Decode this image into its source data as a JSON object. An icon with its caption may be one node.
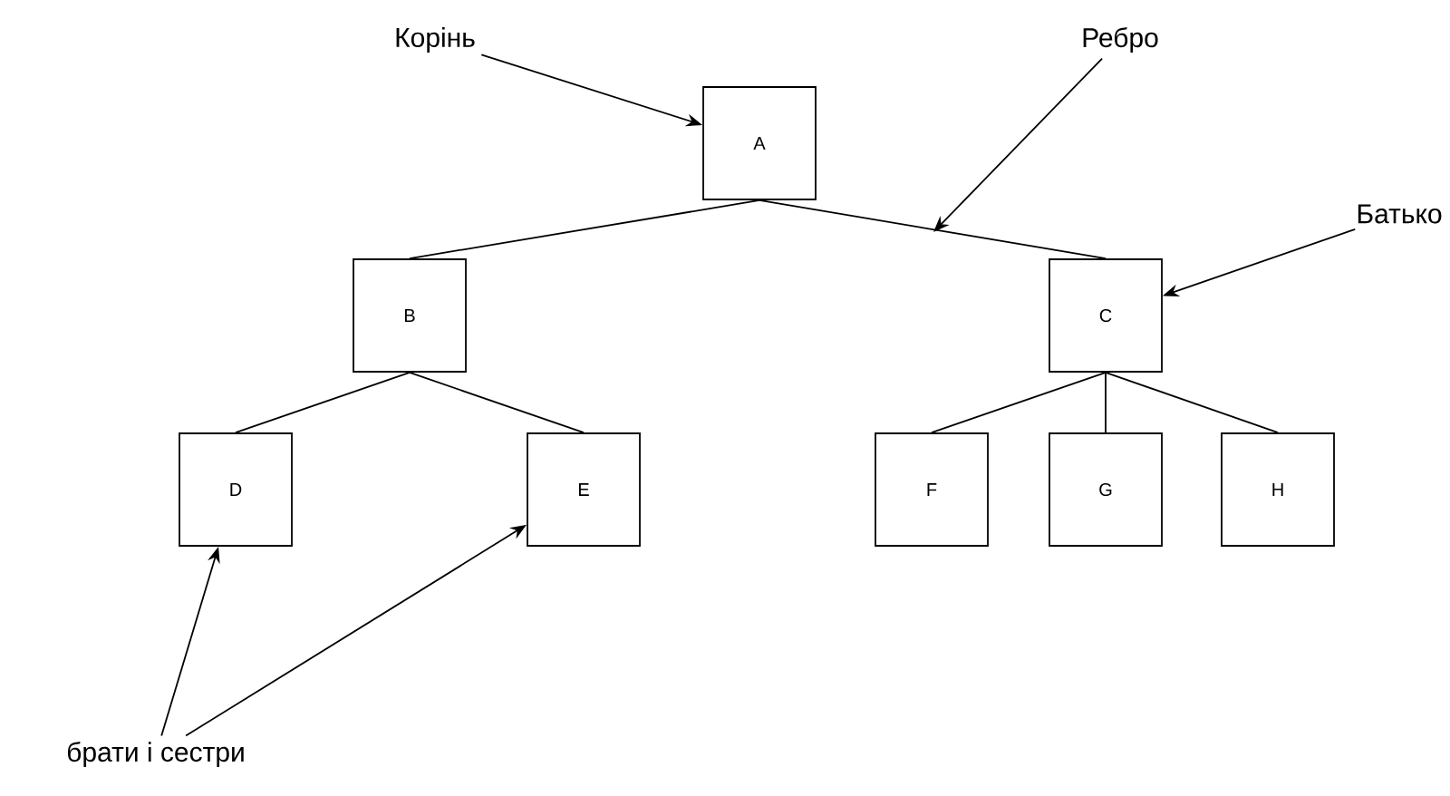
{
  "diagram": {
    "nodes": [
      {
        "text": [
          "A"
        ]
      },
      {
        "text": [
          "B"
        ]
      },
      {
        "text": [
          "C"
        ]
      },
      {
        "text": [
          "D"
        ]
      },
      {
        "text": [
          "E"
        ]
      },
      {
        "text": [
          "F"
        ]
      },
      {
        "text": [
          "G"
        ]
      },
      {
        "text": [
          "H"
        ]
      },
      {
        "text": [
          "Корінь"
        ]
      },
      {
        "text": [
          "Ребро"
        ]
      },
      {
        "text": [
          "Батько"
        ]
      },
      {
        "text": [
          "брати і сестри"
        ]
      }
    ],
    "edges": [
      {
        "from": 0,
        "to": 1,
        "arrow": "none"
      },
      {
        "from": 0,
        "to": 2,
        "arrow": "none"
      },
      {
        "from": 1,
        "to": 3,
        "arrow": "none"
      },
      {
        "from": 1,
        "to": 4,
        "arrow": "none"
      },
      {
        "from": 2,
        "to": 5,
        "arrow": "none"
      },
      {
        "from": 2,
        "to": 6,
        "arrow": "none"
      },
      {
        "from": 2,
        "to": 7,
        "arrow": "none"
      },
      {
        "from": 8,
        "to": 0,
        "arrow": "to"
      },
      {
        "from": 9,
        "to": null,
        "arrow": "to"
      },
      {
        "from": 10,
        "to": 2,
        "arrow": "to"
      },
      {
        "from": 11,
        "to": 3,
        "arrow": "to"
      },
      {
        "from": 11,
        "to": 4,
        "arrow": "to"
      }
    ]
  }
}
